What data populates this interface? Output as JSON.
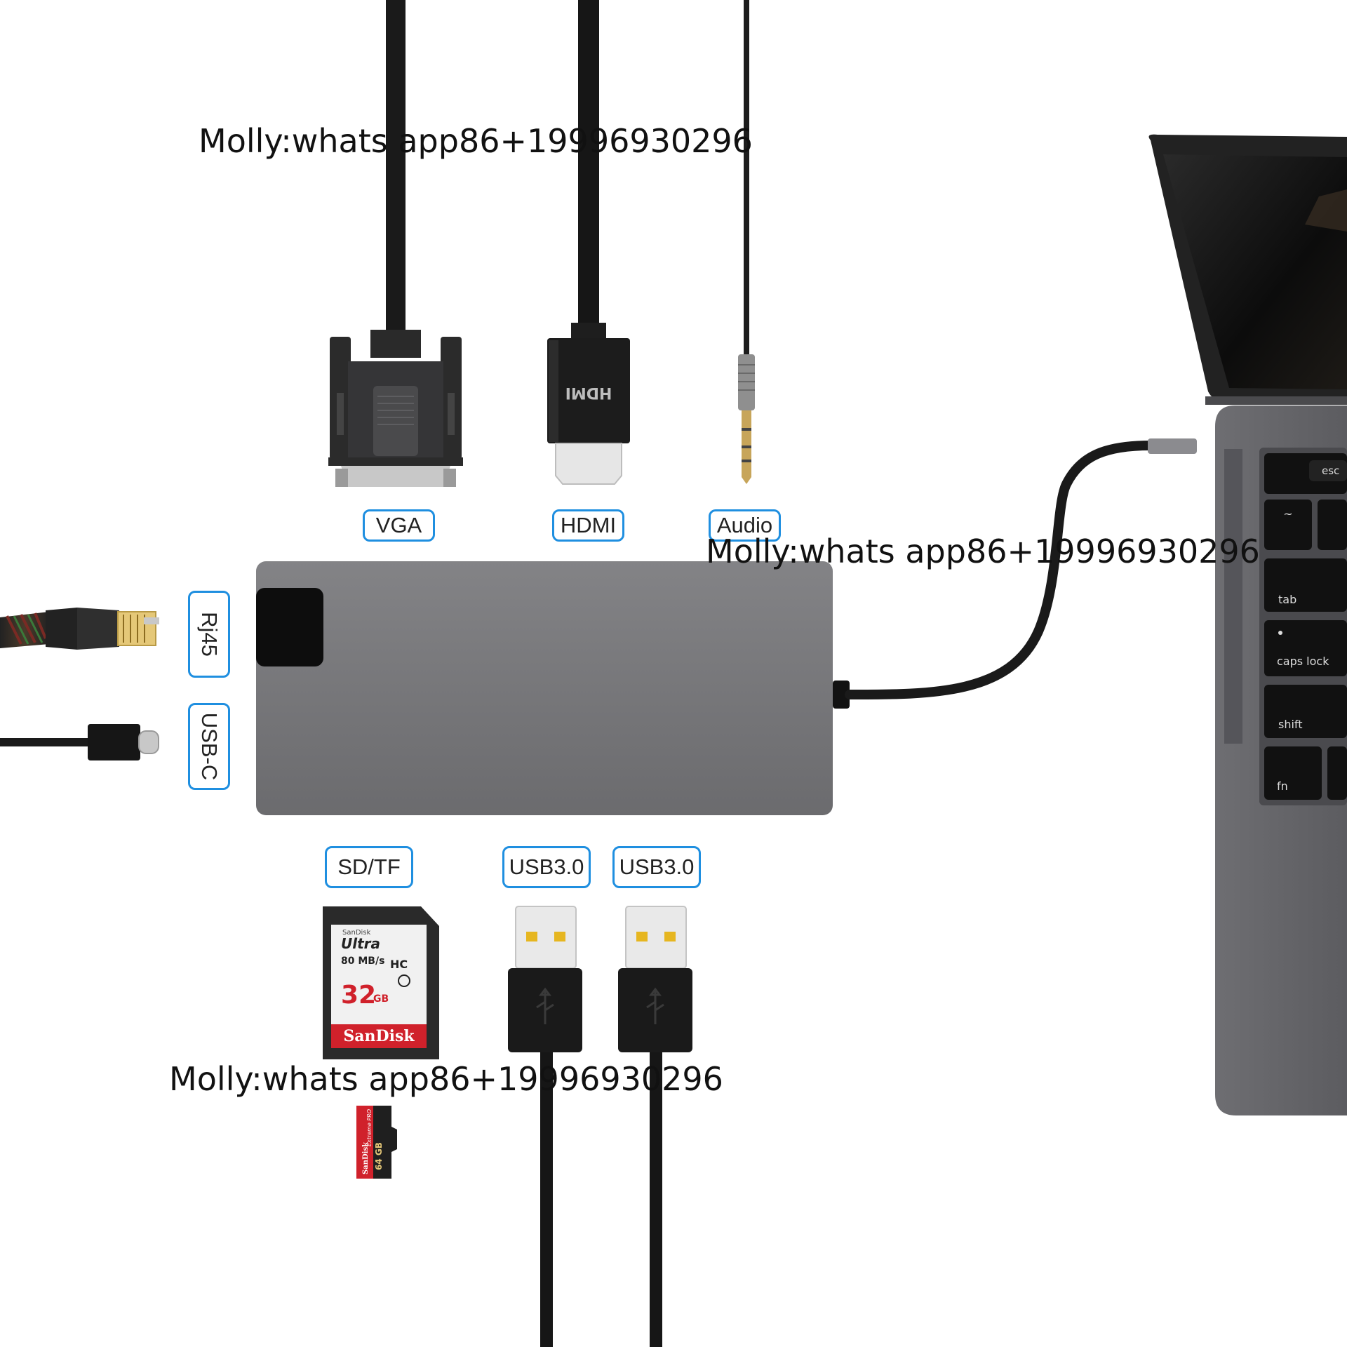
{
  "watermark_text": "Molly:whats app86+19996930296",
  "ports": {
    "vga": "VGA",
    "hdmi": "HDMI",
    "audio": "Audio",
    "rj45": "Rj45",
    "usbc": "USB-C",
    "sdtf": "SD/TF",
    "usb3_a": "USB3.0",
    "usb3_b": "USB3.0"
  },
  "connectors": {
    "hdmi_logo": "HDMI"
  },
  "sd_card": {
    "brand_small": "SanDisk",
    "line": "Ultra",
    "speed": "80 MB/s",
    "capacity": "32",
    "unit": "GB",
    "brand": "SanDisk"
  },
  "micro_sd": {
    "brand": "SanDisk",
    "line": "Extreme PRO",
    "capacity": "64 GB"
  },
  "laptop_keys": {
    "esc": "esc",
    "tilde": "~",
    "tab": "tab",
    "caps": "caps lock",
    "shift": "shift",
    "fn": "fn"
  },
  "colors": {
    "label_border": "#1f8fe0",
    "hub_body": "#77777a",
    "cable": "#1a1a1a",
    "sd_red": "#d0212b"
  }
}
